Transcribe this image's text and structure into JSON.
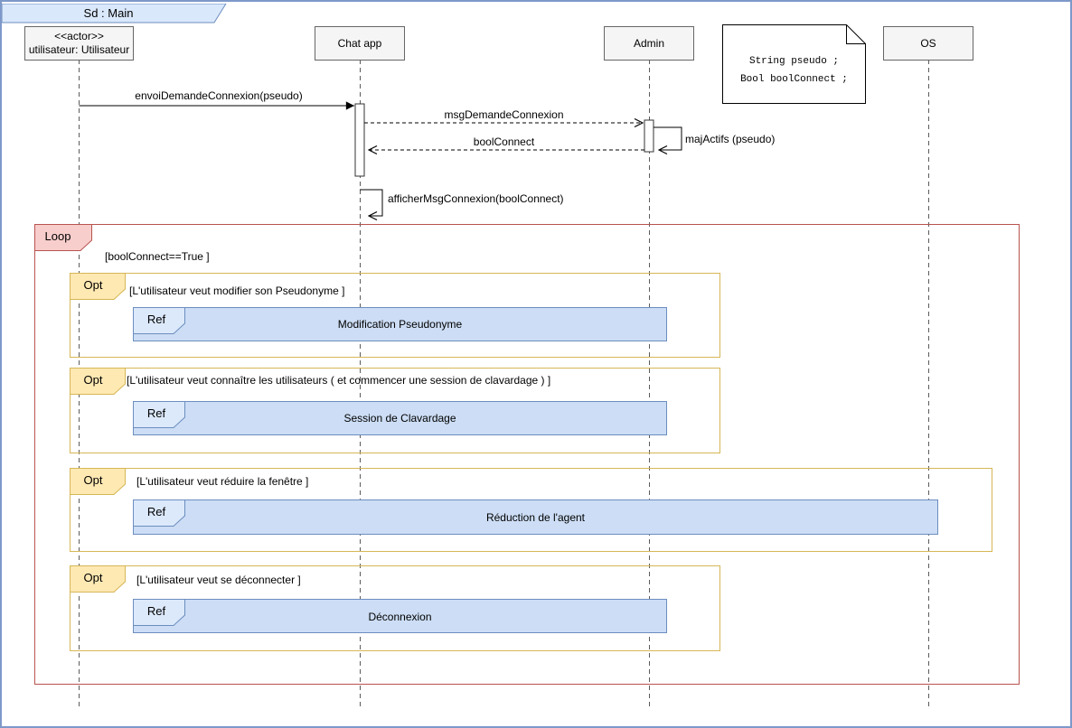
{
  "diagram": {
    "title": "Sd : Main"
  },
  "participants": [
    {
      "stereotype": "<<actor>>",
      "name": "utilisateur: Utilisateur"
    },
    {
      "name": "Chat app"
    },
    {
      "name": "Admin"
    },
    {
      "name": "OS"
    }
  ],
  "note": {
    "line1": "String pseudo ;",
    "line2": "Bool boolConnect ;"
  },
  "messages": {
    "envoi": "envoiDemandeConnexion(pseudo)",
    "msg_demande": "msgDemandeConnexion",
    "bool_connect": "boolConnect",
    "maj_actifs": "majActifs (pseudo)",
    "afficher": "afficherMsgConnexion(boolConnect)"
  },
  "loop": {
    "label": "Loop",
    "guard": "[boolConnect==True ]"
  },
  "opts": [
    {
      "label": "Opt",
      "guard": "[L'utilisateur veut modifier son Pseudonyme ]",
      "ref_label": "Ref",
      "ref_name": "Modification Pseudonyme"
    },
    {
      "label": "Opt",
      "guard": "[L'utilisateur veut connaître les utilisateurs ( et commencer une session de clavardage ) ]",
      "ref_label": "Ref",
      "ref_name": "Session de Clavardage"
    },
    {
      "label": "Opt",
      "guard": "[L'utilisateur veut réduire la fenêtre ]",
      "ref_label": "Ref",
      "ref_name": "Réduction de l'agent"
    },
    {
      "label": "Opt",
      "guard": "[L'utilisateur veut se déconnecter ]",
      "ref_label": "Ref",
      "ref_name": "Déconnexion"
    }
  ],
  "colors": {
    "frame_border": "#7e99c8",
    "tab_fill": "#dae8fc",
    "tab_border": "#6c8ebf",
    "participant_fill": "#f5f5f5",
    "participant_border": "#666666",
    "loop_fill": "#f8cecc",
    "loop_border": "#b85450",
    "opt_fill": "#ffe9b3",
    "opt_border": "#d6b656",
    "ref_fill": "#ccddf5",
    "ref_tab_fill": "#dce9fb",
    "ref_border": "#6c8ebf"
  }
}
